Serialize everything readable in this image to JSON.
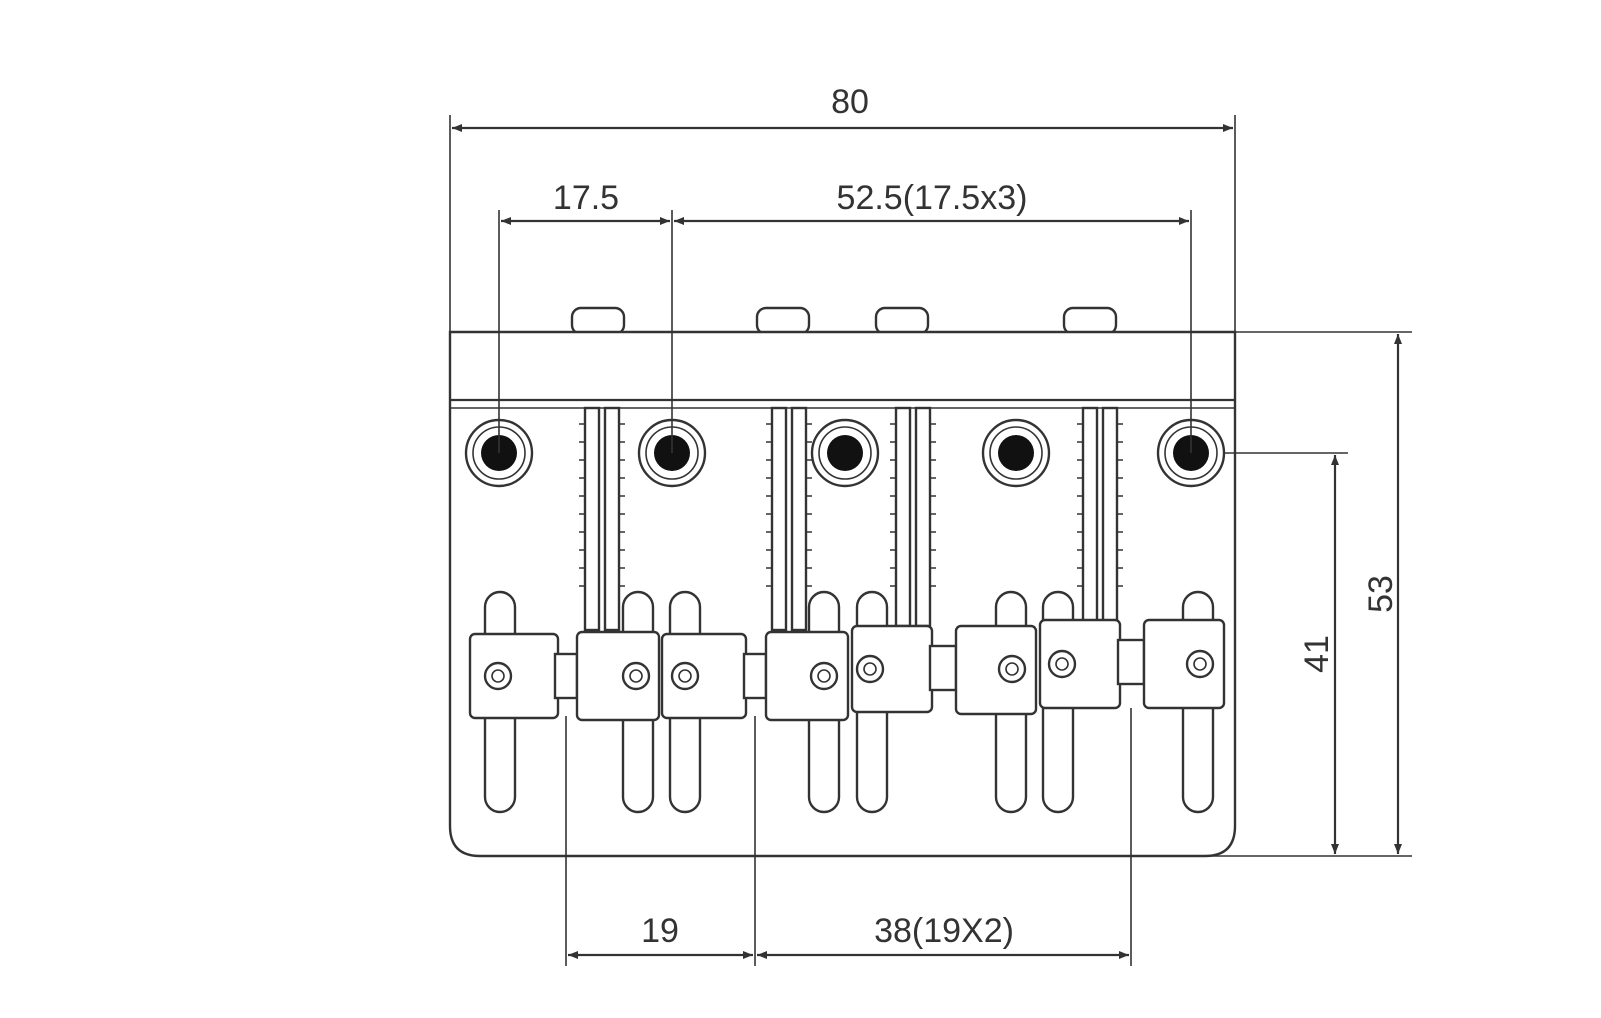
{
  "dimensions": {
    "overall_width": "80",
    "hole_spacing_first": "17.5",
    "hole_spacing_total": "52.5(17.5x3)",
    "overall_height": "53",
    "hole_to_bottom": "41",
    "string_spacing_first": "19",
    "string_spacing_total": "38(19X2)"
  },
  "colors": {
    "line": "#333333",
    "fill": "#ffffff",
    "hole": "#111111"
  }
}
